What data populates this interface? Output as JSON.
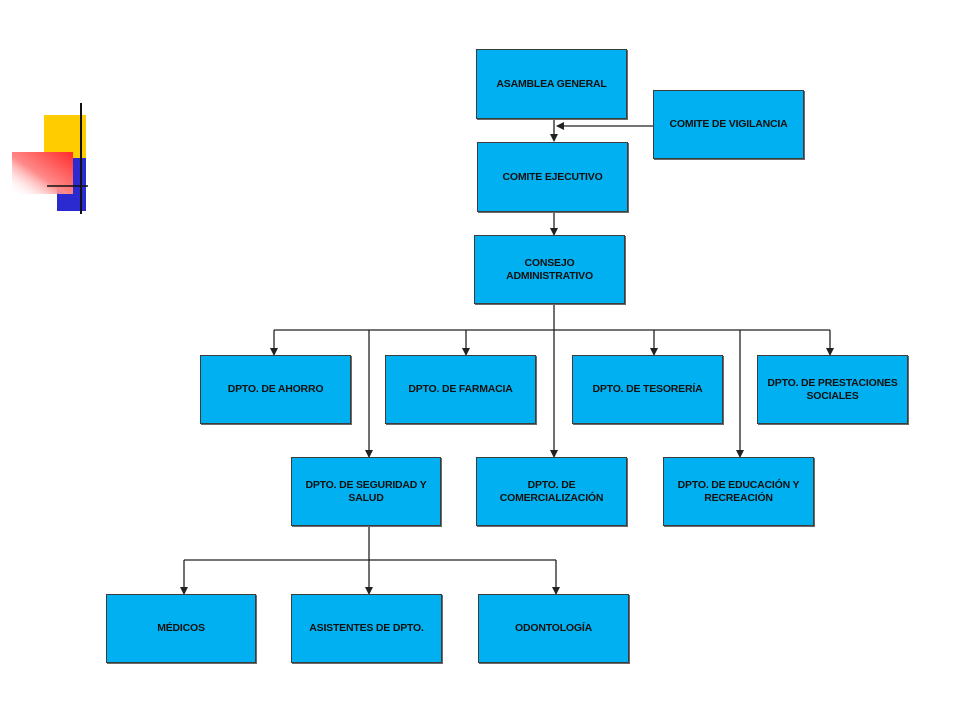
{
  "org_chart": {
    "nodes": {
      "asamblea": {
        "label": "ASAMBLEA GENERAL"
      },
      "vigilancia": {
        "label": "COMITE DE VIGILANCIA"
      },
      "ejecutivo": {
        "label": "COMITE EJECUTIVO"
      },
      "consejo": {
        "label_line1": "CONSEJO",
        "label_line2": "ADMINISTRATIVO"
      },
      "ahorro": {
        "label": "DPTO. DE AHORRO"
      },
      "farmacia": {
        "label": "DPTO. DE  FARMACIA"
      },
      "tesoreria": {
        "label": "DPTO. DE TESORERÍA"
      },
      "prestaciones": {
        "label_line1": "DPTO. DE PRESTACIONES",
        "label_line2": "SOCIALES"
      },
      "seguridad": {
        "label_line1": "DPTO. DE SEGURIDAD Y",
        "label_line2": "SALUD"
      },
      "comercializacion": {
        "label_line1": "DPTO. DE",
        "label_line2": "COMERCIALIZACIÓN"
      },
      "educacion": {
        "label_line1": "DPTO. DE EDUCACIÓN Y",
        "label_line2": "RECREACIÓN"
      },
      "medicos": {
        "label": "MÉDICOS"
      },
      "asistentes": {
        "label": "ASISTENTES DE DPTO."
      },
      "odontologia": {
        "label": "ODONTOLOGÍA"
      }
    },
    "colors": {
      "box_fill": "#00b0f0",
      "box_border": "#3c3c3c",
      "connector": "#222222",
      "deco_yellow": "#ffcc00",
      "deco_blue": "#2a2ad0",
      "deco_red": "#ff3030"
    }
  }
}
